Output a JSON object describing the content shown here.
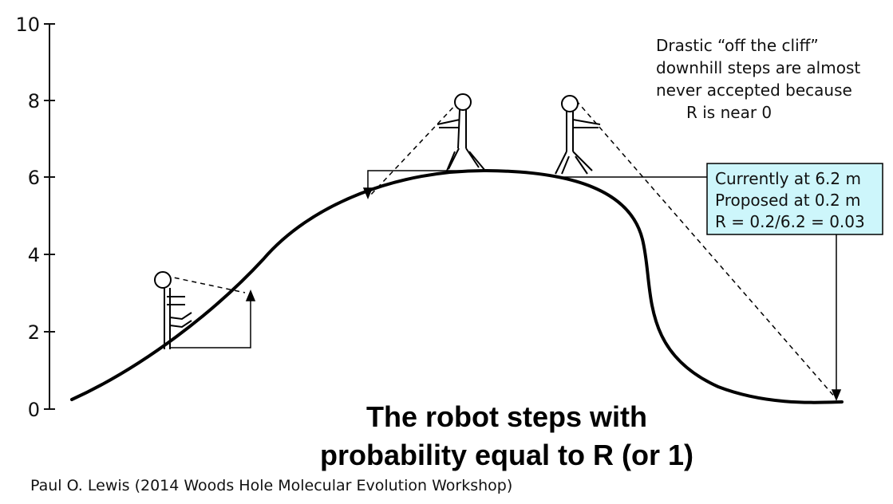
{
  "axis": {
    "ticks": [
      "0",
      "2",
      "4",
      "6",
      "8",
      "10"
    ]
  },
  "annotation": {
    "lines": [
      "Drastic “off the cliff”",
      "downhill steps are almost",
      "never accepted because",
      "R is near 0"
    ]
  },
  "info_box": {
    "lines": [
      "Currently at 6.2 m",
      "Proposed at 0.2 m",
      "R = 0.2/6.2 = 0.03"
    ],
    "fill": "#cdf6fb"
  },
  "headline": {
    "line1": "The robot steps with",
    "line2": "probability equal to R (or 1)"
  },
  "credit": "Paul O. Lewis (2014 Woods Hole Molecular Evolution Workshop)"
}
